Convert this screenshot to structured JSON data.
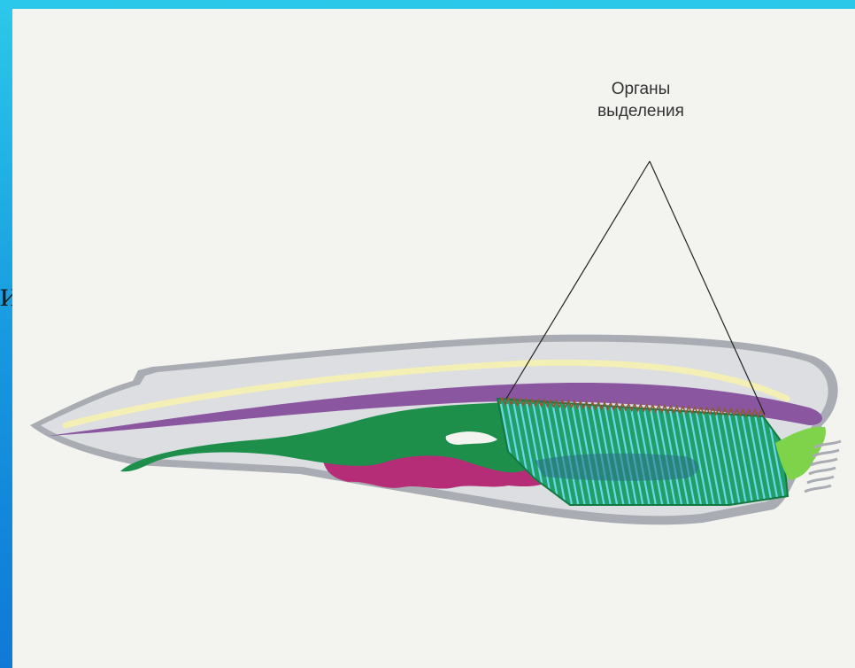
{
  "slide": {
    "cut_off_text": "и"
  },
  "diagram": {
    "callout": {
      "line1": "Органы",
      "line2": "выделения"
    }
  },
  "colors": {
    "background_gradient_top": "#2cc8ea",
    "background_gradient_bottom": "#0f79d8",
    "panel": "#f3f4f0",
    "body_outline": "#a9adb3",
    "body_fill": "#dcdee2",
    "dorsal_stripe": "#f4efb4",
    "nerve_cord": "#8b56a0",
    "gut": "#1d8f4b",
    "pink_organs": "#b52d76",
    "gill_slits": "#6ed5e2",
    "teeth": "#8b5a3a",
    "tail_green": "#7fd34a"
  }
}
